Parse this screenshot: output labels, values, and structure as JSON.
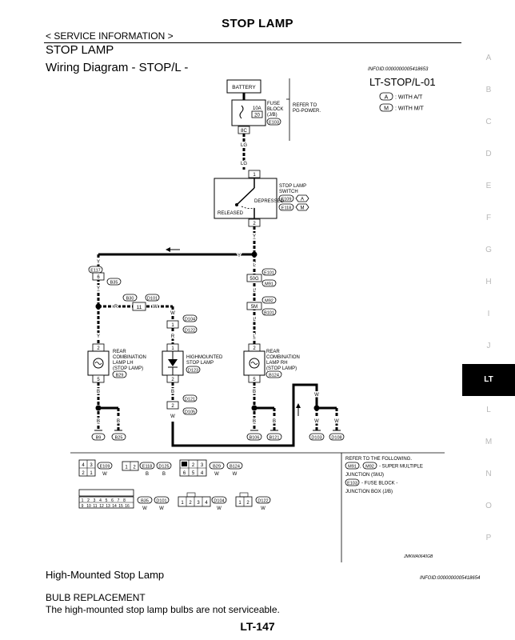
{
  "header": {
    "title": "STOP LAMP",
    "service_info": "< SERVICE INFORMATION >"
  },
  "section": {
    "title": "STOP LAMP",
    "diagram_title": "Wiring Diagram - STOP/L -",
    "infoid": "INFOID:0000000005418653"
  },
  "diagram": {
    "code": "LT-STOP/L-01",
    "legend": [
      {
        "key": "A",
        "text": ": WITH A/T"
      },
      {
        "key": "M",
        "text": ": WITH M/T"
      }
    ],
    "battery": "BATTERY",
    "fuse": {
      "lines": [
        "FUSE",
        "BLOCK",
        "(J/B)"
      ],
      "rating": "10A",
      "number": "20",
      "connector": "E103",
      "terminal": "8C"
    },
    "refer": [
      "REFER TO",
      "PG-POWER."
    ],
    "switch": {
      "lines": [
        "STOP LAMP",
        "SWITCH"
      ],
      "conn1": "E109",
      "conn1_tag": "A",
      "conn2": "E118",
      "conn2_tag": "M",
      "depressed": "DEPRESSED",
      "released": "RELEASED",
      "pin_top": "1",
      "pin_bottom": "2"
    },
    "wire_colors": {
      "lg": "LG",
      "y": "Y",
      "l": "L",
      "r": "R",
      "w": "W",
      "b": "B"
    },
    "left_conn": {
      "upper": "E117",
      "pin": "6",
      "lower": "B35"
    },
    "center_conn": {
      "left": "B30",
      "right": "D101",
      "pin": "11"
    },
    "right_conn": {
      "upper": "E101",
      "pin": "50G",
      "lower": "M91",
      "upper2": "M92",
      "pin2": "5M",
      "lower2": "B101"
    },
    "lamp_lh": {
      "lines": [
        "REAR",
        "COMBINATION",
        "LAMP LH",
        "(STOP LAMP)"
      ],
      "conn": "B29",
      "pin_top": "2",
      "pin_bottom": "5"
    },
    "lamp_hm": {
      "lines": [
        "HIGHMOUNTED",
        "STOP LAMP"
      ],
      "conn": "D123",
      "pin_top": "1",
      "pin_bottom": "2"
    },
    "lamp_rh": {
      "lines": [
        "REAR",
        "COMBINATION",
        "LAMP RH",
        "(STOP LAMP)"
      ],
      "conn": "B124",
      "pin_top": "2",
      "pin_bottom": "5"
    },
    "hm_conn": {
      "top_pin": "1",
      "top1": "D104",
      "top2": "D122",
      "bottom_pin": "2",
      "bottom1": "D121",
      "bottom2": "D105"
    },
    "grounds": [
      "B9",
      "B25",
      "B106",
      "B121",
      "D103",
      "D108"
    ],
    "refer_following": [
      "REFER TO THE FOLLOWING.",
      "- SUPER MULTIPLE",
      "JUNCTION (SMJ)",
      "- FUSE BLOCK -",
      "JUNCTION BOX (J/B)"
    ],
    "refer_tags": [
      "M91",
      "M92",
      "E103"
    ],
    "connector_table": {
      "row1": [
        {
          "pins": [
            "4",
            "3",
            "2",
            "1"
          ],
          "ids": [
            {
              "code": "E109",
              "color": "W"
            }
          ]
        },
        {
          "pins": [
            "1",
            "2"
          ],
          "ids": [
            {
              "code": "E118",
              "color": "B"
            },
            {
              "code": "D125",
              "color": "B"
            }
          ]
        },
        {
          "pins": [
            "1",
            "2",
            "3",
            "6",
            "5",
            "4"
          ],
          "ids": [
            {
              "code": "B29",
              "color": "W"
            },
            {
              "code": "B124",
              "color": "W"
            }
          ]
        }
      ],
      "row2": [
        {
          "pins": [
            "1",
            "2",
            "3",
            "4",
            "5",
            "6",
            "7",
            "8",
            "9",
            "10",
            "11",
            "12",
            "13",
            "14",
            "15",
            "16"
          ],
          "ids": [
            {
              "code": "B35",
              "color": "W"
            },
            {
              "code": "D101",
              "color": "W"
            }
          ]
        },
        {
          "pins": [
            "1",
            "2",
            "3",
            "4"
          ],
          "ids": [
            {
              "code": "D104",
              "color": "W"
            }
          ]
        },
        {
          "pins": [
            "1",
            "2"
          ],
          "ids": [
            {
              "code": "D122",
              "color": "W"
            }
          ]
        }
      ]
    },
    "footer_code": "JMKWA0640GB"
  },
  "sidebar": {
    "letters": [
      "A",
      "B",
      "C",
      "D",
      "E",
      "F",
      "G",
      "H",
      "I",
      "J",
      "LT",
      "L",
      "M",
      "N",
      "O",
      "P"
    ],
    "active": "LT"
  },
  "bottom": {
    "hm_title": "High-Mounted Stop Lamp",
    "infoid": "INFOID:0000000005418654",
    "bulb_title": "BULB REPLACEMENT",
    "bulb_text": "The high-mounted stop lamp bulbs are not serviceable."
  },
  "page_number": "LT-147"
}
